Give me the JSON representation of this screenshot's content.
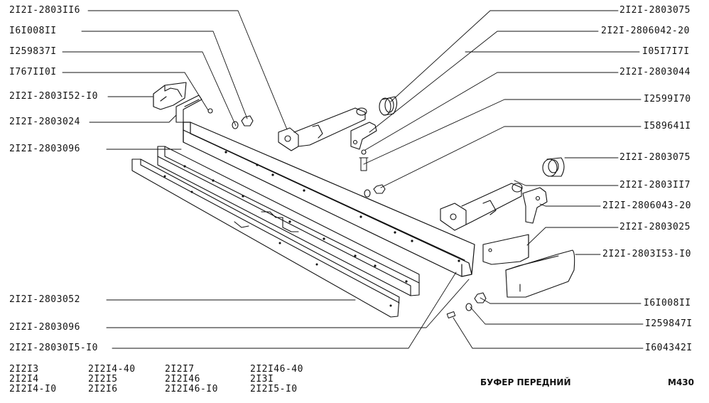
{
  "title": "БУФЕР ПЕРЕДНИЙ",
  "page_code": "M430",
  "left_labels": [
    "2I2I-2803II6",
    "I6I008II",
    "I259837I",
    "I767II0I",
    "2I2I-2803I52-I0",
    "2I2I-2803024",
    "2I2I-2803096",
    "2I2I-2803052",
    "2I2I-2803096",
    "2I2I-28030I5-I0"
  ],
  "right_labels": [
    "2I2I-2803075",
    "2I2I-2806042-20",
    "I05I7I7I",
    "2I2I-2803044",
    "I2599I70",
    "I589641I",
    "2I2I-2803075",
    "2I2I-2803II7",
    "2I2I-2806043-20",
    "2I2I-2803025",
    "2I2I-2803I53-I0",
    "I6I008II",
    "I259847I",
    "I604342I"
  ],
  "models": [
    [
      "2I2I3",
      "2I2I4",
      "2I2I4-I0"
    ],
    [
      "2I2I4-40",
      "2I2I5",
      "2I2I6"
    ],
    [
      "2I2I7",
      "2I2I46",
      "2I2I46-I0"
    ],
    [
      "2I2I46-40",
      "2I3I",
      "2I2I5-I0"
    ]
  ]
}
